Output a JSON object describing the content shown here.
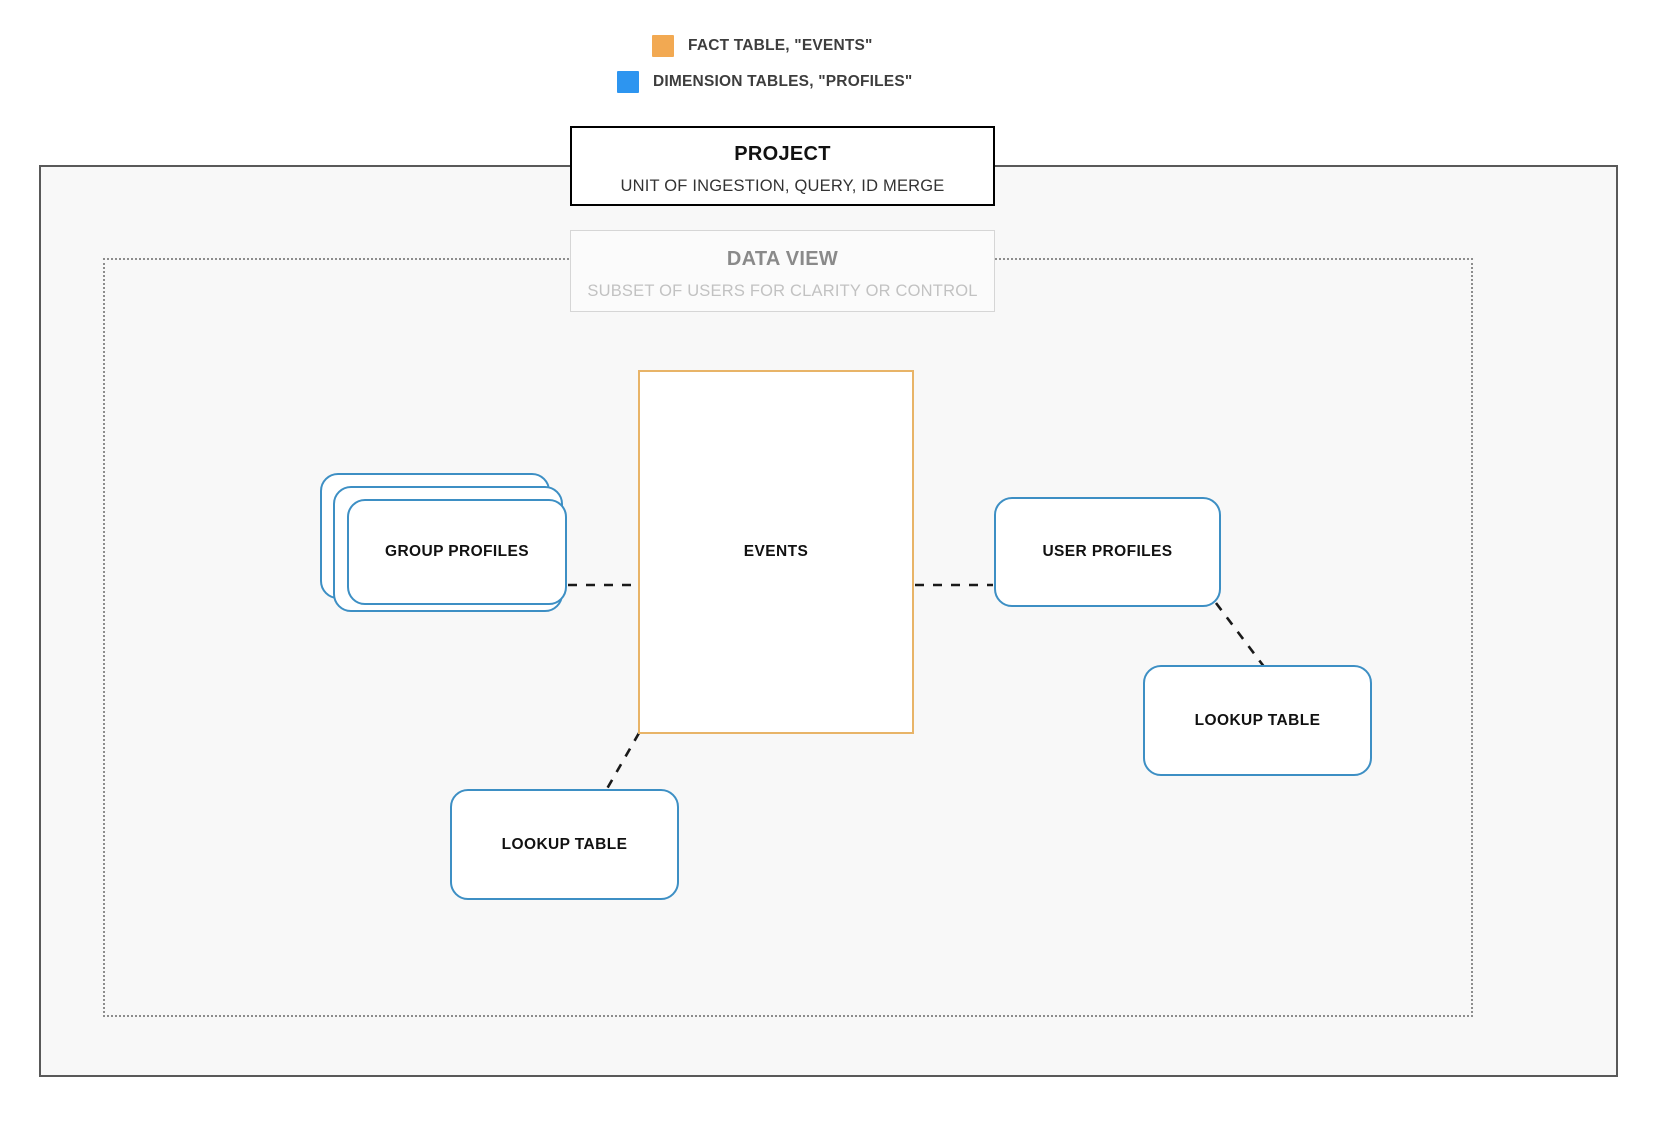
{
  "legend": {
    "items": [
      {
        "id": "fact-table",
        "label": "FACT TABLE, \"EVENTS\"",
        "color": "#F2A952"
      },
      {
        "id": "dimension-tables",
        "label": "DIMENSION TABLES, \"PROFILES\"",
        "color": "#2D95F0"
      }
    ]
  },
  "project": {
    "title": "PROJECT",
    "subtitle": "UNIT OF INGESTION, QUERY, ID MERGE",
    "border_color": "#000000"
  },
  "data_view": {
    "title": "DATA VIEW",
    "subtitle": "SUBSET OF USERS FOR CLARITY OR CONTROL",
    "border_color": "#D6D6D6",
    "text_color": "#8A8A8A"
  },
  "nodes": {
    "events": {
      "label": "EVENTS",
      "type": "fact",
      "border_color": "#E8B468"
    },
    "group_profiles": {
      "label": "GROUP PROFILES",
      "type": "dimension",
      "stacked": true,
      "layers": 3,
      "border_color": "#3D8FC4"
    },
    "user_profiles": {
      "label": "USER PROFILES",
      "type": "dimension",
      "border_color": "#3D8FC4"
    },
    "lookup_table_right": {
      "label": "LOOKUP TABLE",
      "type": "dimension",
      "border_color": "#3D8FC4"
    },
    "lookup_table_left": {
      "label": "LOOKUP TABLE",
      "type": "dimension",
      "border_color": "#3D8FC4"
    }
  },
  "connectors": [
    {
      "id": "group-profiles-to-events",
      "from": "group_profiles",
      "to": "events",
      "style": "dashed"
    },
    {
      "id": "events-to-user-profiles",
      "from": "events",
      "to": "user_profiles",
      "style": "dashed"
    },
    {
      "id": "user-profiles-to-lookup-right",
      "from": "user_profiles",
      "to": "lookup_table_right",
      "style": "dashed"
    },
    {
      "id": "events-to-lookup-left",
      "from": "events",
      "to": "lookup_table_left",
      "style": "dashed"
    }
  ]
}
